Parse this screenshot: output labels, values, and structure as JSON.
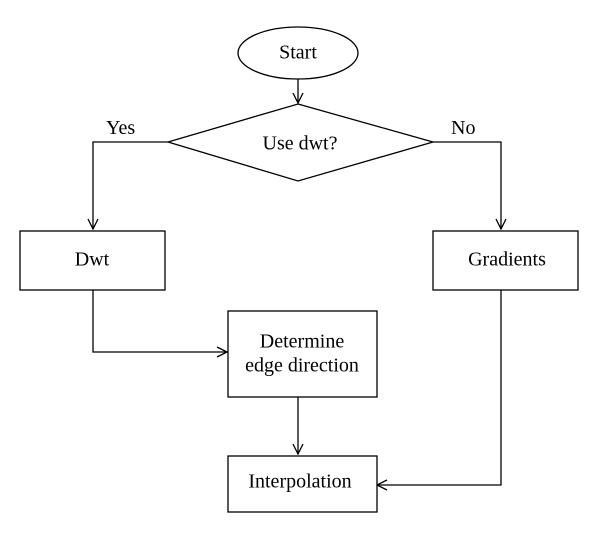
{
  "diagram": {
    "nodes": {
      "start": {
        "label": "Start",
        "shape": "ellipse"
      },
      "use_dwt": {
        "label": "Use dwt?",
        "shape": "diamond"
      },
      "dwt": {
        "label": "Dwt",
        "shape": "rectangle"
      },
      "gradients": {
        "label": "Gradients",
        "shape": "rectangle"
      },
      "determine": {
        "label_lines": [
          "Determine",
          "edge direction"
        ],
        "shape": "rectangle"
      },
      "interpolation": {
        "label": "Interpolation",
        "shape": "rectangle"
      }
    },
    "edges": {
      "start_to_decision": {
        "from": "start",
        "to": "use_dwt"
      },
      "yes_branch": {
        "from": "use_dwt",
        "to": "dwt",
        "label": "Yes"
      },
      "no_branch": {
        "from": "use_dwt",
        "to": "gradients",
        "label": "No"
      },
      "dwt_to_determine": {
        "from": "dwt",
        "to": "determine"
      },
      "determine_to_interpolation": {
        "from": "determine",
        "to": "interpolation"
      },
      "gradients_to_interpolation": {
        "from": "gradients",
        "to": "interpolation"
      }
    },
    "colors": {
      "stroke": "#000000",
      "fill": "#ffffff",
      "text": "#000000"
    }
  }
}
